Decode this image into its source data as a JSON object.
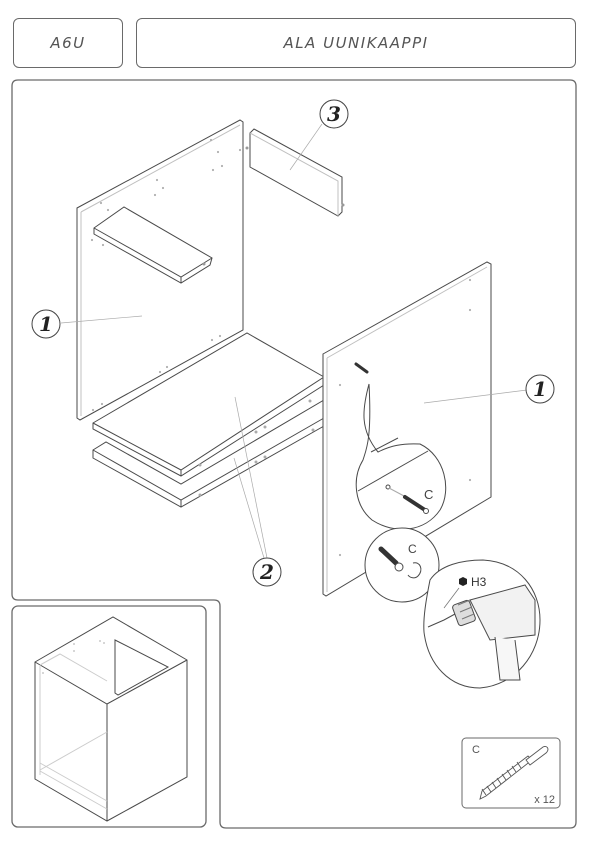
{
  "header": {
    "model_code": "A6U",
    "title": "ALA UUNIKAAPPI"
  },
  "assembly": {
    "callouts": [
      {
        "number": "1",
        "part": "left-side-panel"
      },
      {
        "number": "1",
        "part": "right-side-panel"
      },
      {
        "number": "2",
        "part": "bottom-shelves"
      },
      {
        "number": "3",
        "part": "back-rail"
      },
      {
        "number": "",
        "part": "top-rail"
      }
    ],
    "detail_fitting_label": "C",
    "detail_cam_label": "C",
    "tool": {
      "icon": "hex-bit-icon",
      "label": "H3"
    }
  },
  "hardware": {
    "part_label": "C",
    "quantity": "x 12"
  },
  "colors": {
    "line": "#4a4a4a",
    "light_line": "#b5b5b5",
    "frame": "#6a6a6a"
  }
}
